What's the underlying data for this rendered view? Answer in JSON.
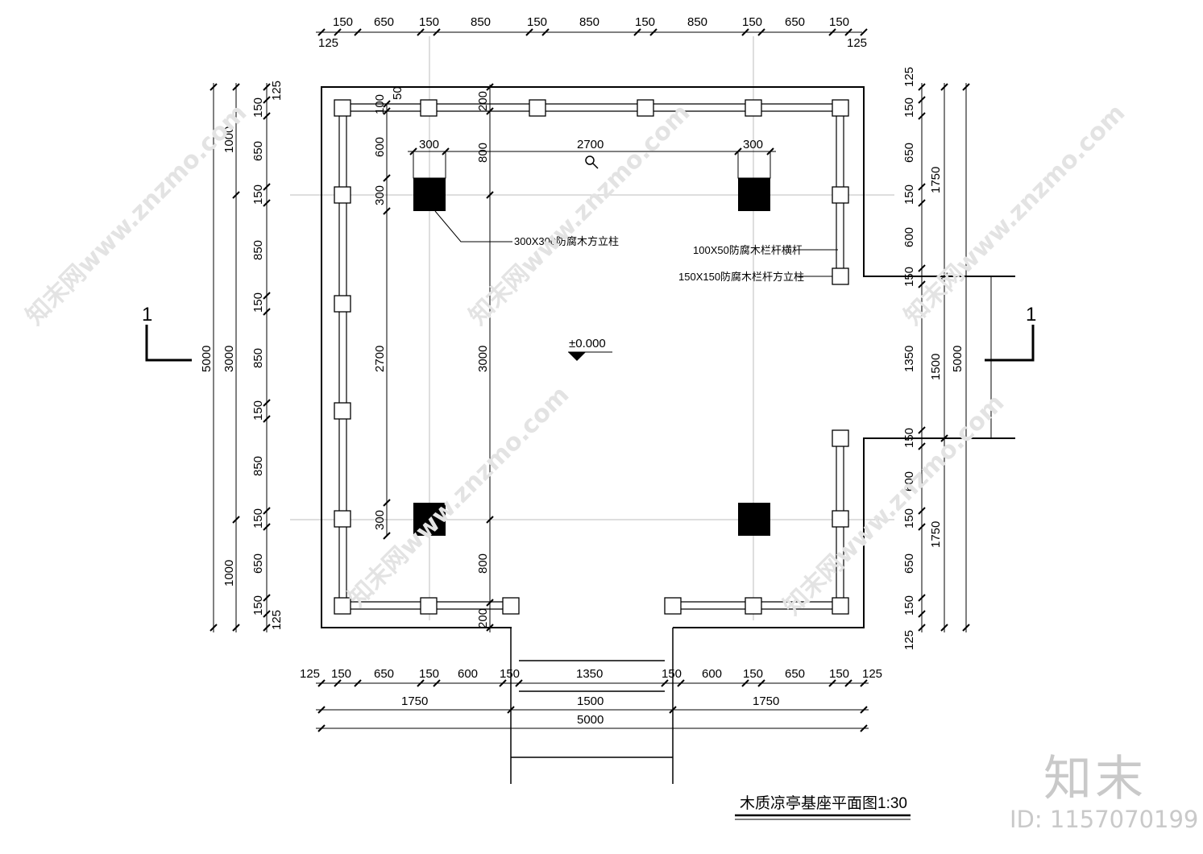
{
  "drawing": {
    "title": "木质凉亭基座平面图1:30",
    "elevation": "±0.000",
    "section_mark": "1",
    "notes": {
      "post_300": "300X300防腐木方立柱",
      "rail": "100X50防腐木栏杆横杆",
      "post_150": "150X150防腐木栏杆方立柱"
    },
    "top_dims": [
      "125",
      "150",
      "650",
      "150",
      "850",
      "150",
      "850",
      "150",
      "850",
      "150",
      "650",
      "150",
      "125"
    ],
    "bottom_dims_row1": [
      "125",
      "150",
      "650",
      "150",
      "600",
      "150",
      "1350",
      "150",
      "600",
      "150",
      "650",
      "150",
      "125"
    ],
    "bottom_dims_row2": [
      "1750",
      "1500",
      "1750"
    ],
    "bottom_dims_total": "5000",
    "left_dims_inner": [
      "125",
      "150",
      "650",
      "150",
      "850",
      "150",
      "850",
      "150",
      "850",
      "150",
      "650",
      "150",
      "125"
    ],
    "left_dims_mid": [
      "1000",
      "3000",
      "1000"
    ],
    "left_dims_total": "5000",
    "right_dims_inner": [
      "125",
      "150",
      "650",
      "150",
      "600",
      "150",
      "1350",
      "150",
      "600",
      "150",
      "650",
      "150",
      "125"
    ],
    "right_dims_mid": [
      "1750",
      "1500",
      "1750"
    ],
    "right_dims_total": "5000",
    "inner_dims": {
      "top_300_left": "300",
      "top_2700": "2700",
      "top_300_right": "300",
      "left_100": "100",
      "left_50": "50",
      "left_600": "600",
      "left_300_top": "300",
      "left_2700": "2700",
      "left_300_bottom": "300",
      "mid_200_top": "200",
      "mid_800_top": "800",
      "mid_3000": "3000",
      "mid_800_bottom": "800",
      "mid_200_bottom": "200"
    }
  },
  "watermark": {
    "brand": "知末",
    "id": "ID: 1157070199",
    "diagonal": "知末网www.znzmo.com"
  }
}
